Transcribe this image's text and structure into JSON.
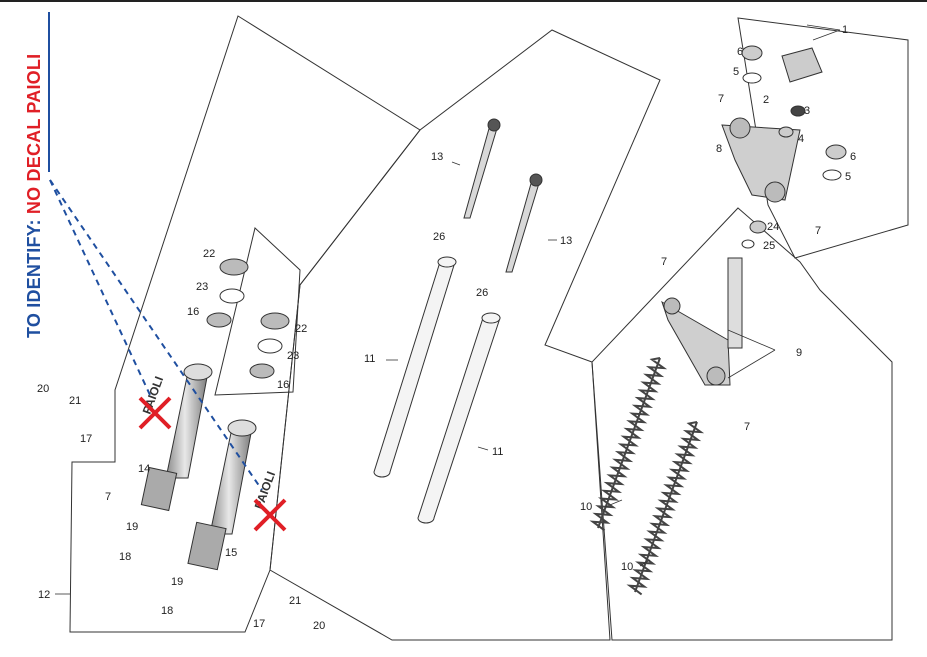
{
  "identify": {
    "prefix": "TO IDENTIFY:",
    "highlight": "NO DECAL PAIOLI"
  },
  "decal_text": "PAIOLI",
  "colors": {
    "callout": "#1f4fa0",
    "highlight": "#e01f26",
    "cross": "#e01f26",
    "line": "#333333"
  },
  "labels": [
    "1",
    "2",
    "3",
    "4",
    "5",
    "5",
    "6",
    "6",
    "7",
    "7",
    "7",
    "7",
    "7",
    "8",
    "9",
    "10",
    "10",
    "11",
    "11",
    "12",
    "13",
    "13",
    "14",
    "15",
    "16",
    "16",
    "17",
    "17",
    "18",
    "18",
    "19",
    "19",
    "20",
    "20",
    "21",
    "21",
    "22",
    "22",
    "23",
    "23",
    "24",
    "25",
    "26",
    "26"
  ]
}
